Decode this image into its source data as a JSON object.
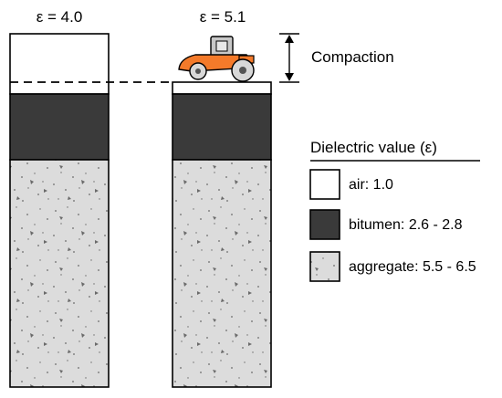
{
  "columns": [
    {
      "epsilon_label": "ε = 4.0"
    },
    {
      "epsilon_label": "ε = 5.1"
    }
  ],
  "compaction_label": "Compaction",
  "legend": {
    "title": "Dielectric value (ε)",
    "items": [
      {
        "label": "air: 1.0",
        "material": "air"
      },
      {
        "label": "bitumen: 2.6 - 2.8",
        "material": "bitumen"
      },
      {
        "label": "aggregate: 5.5 - 6.5",
        "material": "aggregate"
      }
    ]
  },
  "colors": {
    "air": "#ffffff",
    "bitumen": "#3a3a3a",
    "aggregate": "#dcdcdc",
    "aggregate_speck": "#6a6a6a",
    "roller_body": "#f47a2a",
    "roller_cab": "#c8c8c8",
    "outline": "#000000"
  },
  "icons": [
    "road-roller-icon",
    "double-arrow-icon"
  ]
}
